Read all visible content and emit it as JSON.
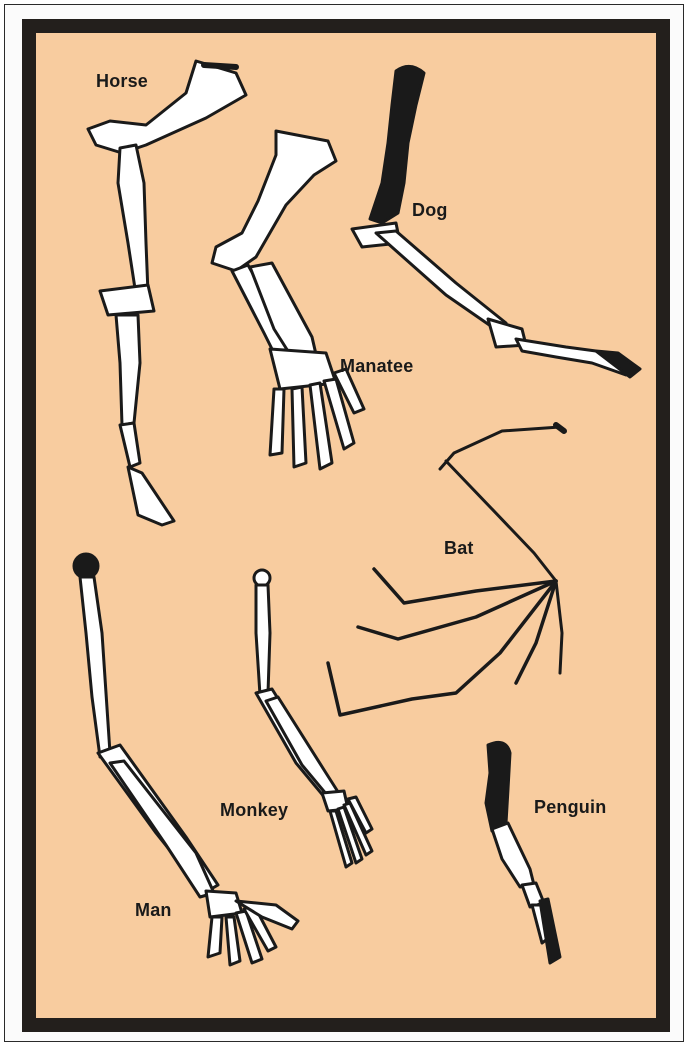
{
  "figure": {
    "labels": {
      "horse": "Horse",
      "dog": "Dog",
      "manatee": "Manatee",
      "bat": "Bat",
      "man": "Man",
      "monkey": "Monkey",
      "penguin": "Penguin"
    },
    "colors": {
      "background": "#f8cc9f",
      "frame": "#231f1c",
      "bone": "#ffffff",
      "ink": "#1a1a1a"
    }
  }
}
